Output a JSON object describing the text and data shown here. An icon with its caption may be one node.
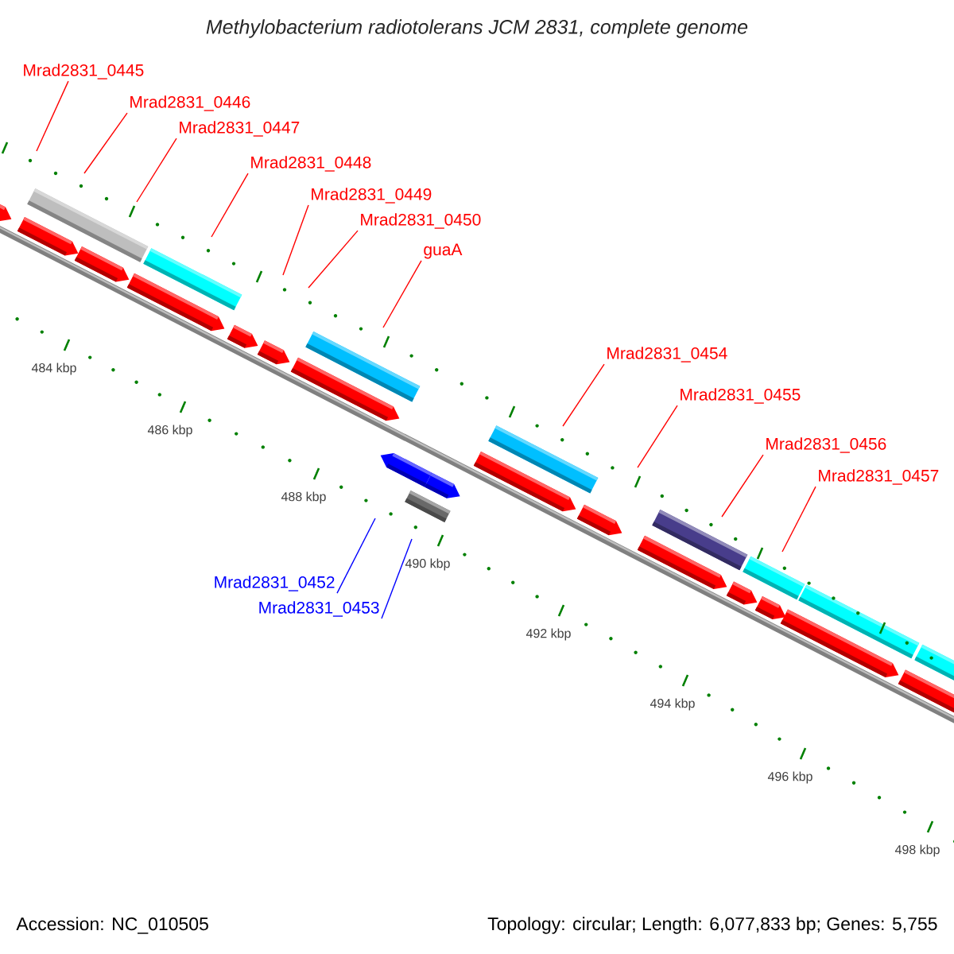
{
  "diagram": {
    "title": "Methylobacterium radiotolerans JCM 2831, complete genome",
    "nodes": [
      {
        "text": [
          "Mrad2831_0445"
        ]
      },
      {
        "text": [
          "Mrad2831_0446"
        ]
      },
      {
        "text": [
          "Mrad2831_0447"
        ]
      },
      {
        "text": [
          "Mrad2831_0448"
        ]
      },
      {
        "text": [
          "Mrad2831_0449"
        ]
      },
      {
        "text": [
          "Mrad2831_0450"
        ]
      },
      {
        "text": [
          "guaA"
        ]
      },
      {
        "text": [
          "Mrad2831_0454"
        ]
      },
      {
        "text": [
          "Mrad2831_0455"
        ]
      },
      {
        "text": [
          "Mrad2831_0456"
        ]
      },
      {
        "text": [
          "Mrad2831_0457"
        ]
      },
      {
        "text": [
          "Mrad2831_0452"
        ]
      },
      {
        "text": [
          "Mrad2831_0453"
        ]
      }
    ],
    "edges": [
      {
        "from": 0,
        "to": null,
        "arrow": "none"
      },
      {
        "from": 1,
        "to": null,
        "arrow": "none"
      },
      {
        "from": 2,
        "to": null,
        "arrow": "none"
      },
      {
        "from": 3,
        "to": null,
        "arrow": "none"
      },
      {
        "from": 4,
        "to": null,
        "arrow": "none"
      },
      {
        "from": 5,
        "to": null,
        "arrow": "none"
      },
      {
        "from": 6,
        "to": null,
        "arrow": "none"
      },
      {
        "from": 7,
        "to": null,
        "arrow": "none"
      },
      {
        "from": 8,
        "to": null,
        "arrow": "none"
      },
      {
        "from": 9,
        "to": null,
        "arrow": "none"
      },
      {
        "from": 10,
        "to": null,
        "arrow": "none"
      },
      {
        "from": 11,
        "to": null,
        "arrow": "none",
        "color": "#0000ff"
      },
      {
        "from": 12,
        "to": null,
        "arrow": "none",
        "color": "#0000ff"
      }
    ],
    "labels": [
      "484 kbp",
      "486 kbp",
      "488 kbp",
      "490 kbp",
      "492 kbp",
      "494 kbp",
      "496 kbp",
      "498 kbp",
      "Accession: NC_010505",
      "Topology: circular; Length: 6,077,833 bp; Genes: 5,755"
    ]
  }
}
